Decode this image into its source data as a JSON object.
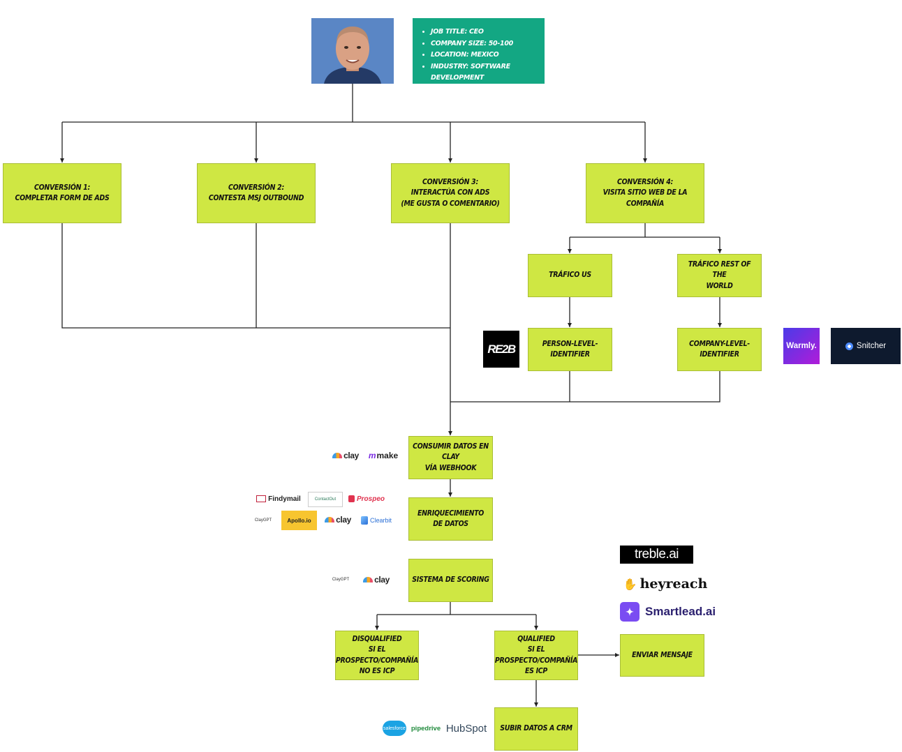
{
  "profile": {
    "photo_alt": "",
    "items": [
      "Job title: CEO",
      "Company size: 50-100",
      "Location: Mexico",
      "Industry: Software development"
    ]
  },
  "boxes": {
    "conv1": [
      "Conversión 1:",
      "Completar form de ads"
    ],
    "conv2": [
      "Conversión 2:",
      "Contesta msj outbound"
    ],
    "conv3": [
      "Conversión 3:",
      "Interactúa con ads",
      "(me gusta o comentario)"
    ],
    "conv4": [
      "Conversión 4:",
      "Visita sitio web de la compañía"
    ],
    "trafico_us": [
      "Tráfico US"
    ],
    "trafico_row": [
      "Tráfico rest of the",
      "world"
    ],
    "person_id": [
      "Person-level-identifier"
    ],
    "company_id": [
      "Company-level-identifier"
    ],
    "consumir": [
      "Consumir datos en Clay",
      "vía webhook"
    ],
    "enriquecimiento": [
      "Enriquecimiento de datos"
    ],
    "scoring": [
      "Sistema de scoring"
    ],
    "disqualified": [
      "Disqualified",
      "si el",
      "prospecto/compañía",
      "no es ICP"
    ],
    "qualified": [
      "Qualified",
      "si el",
      "prospecto/compañía",
      "es ICP"
    ],
    "enviar": [
      "Enviar mensaje"
    ],
    "subir": [
      "Subir datos a CRM"
    ]
  },
  "logos": {
    "reb2b": "RE2B",
    "warmly": "Warmly.",
    "snitcher": "Snitcher",
    "clay": "clay",
    "make": "make",
    "findymail": "Findymail",
    "contactout": "ContactOut",
    "prospeo": "Prospeo",
    "clay_gpt": "ClayGPT",
    "apollo": "Apollo.io",
    "clearbit": "Clearbit",
    "treble": "treble.ai",
    "heyreach": "heyreach",
    "smartlead": "Smartlead.ai",
    "salesforce": "salesforce",
    "pipedrive": "pipedrive",
    "hubspot": "HubSpot"
  },
  "colors": {
    "box_fill": "#cfe743",
    "profile_fill": "#13a783",
    "line": "#222222"
  }
}
